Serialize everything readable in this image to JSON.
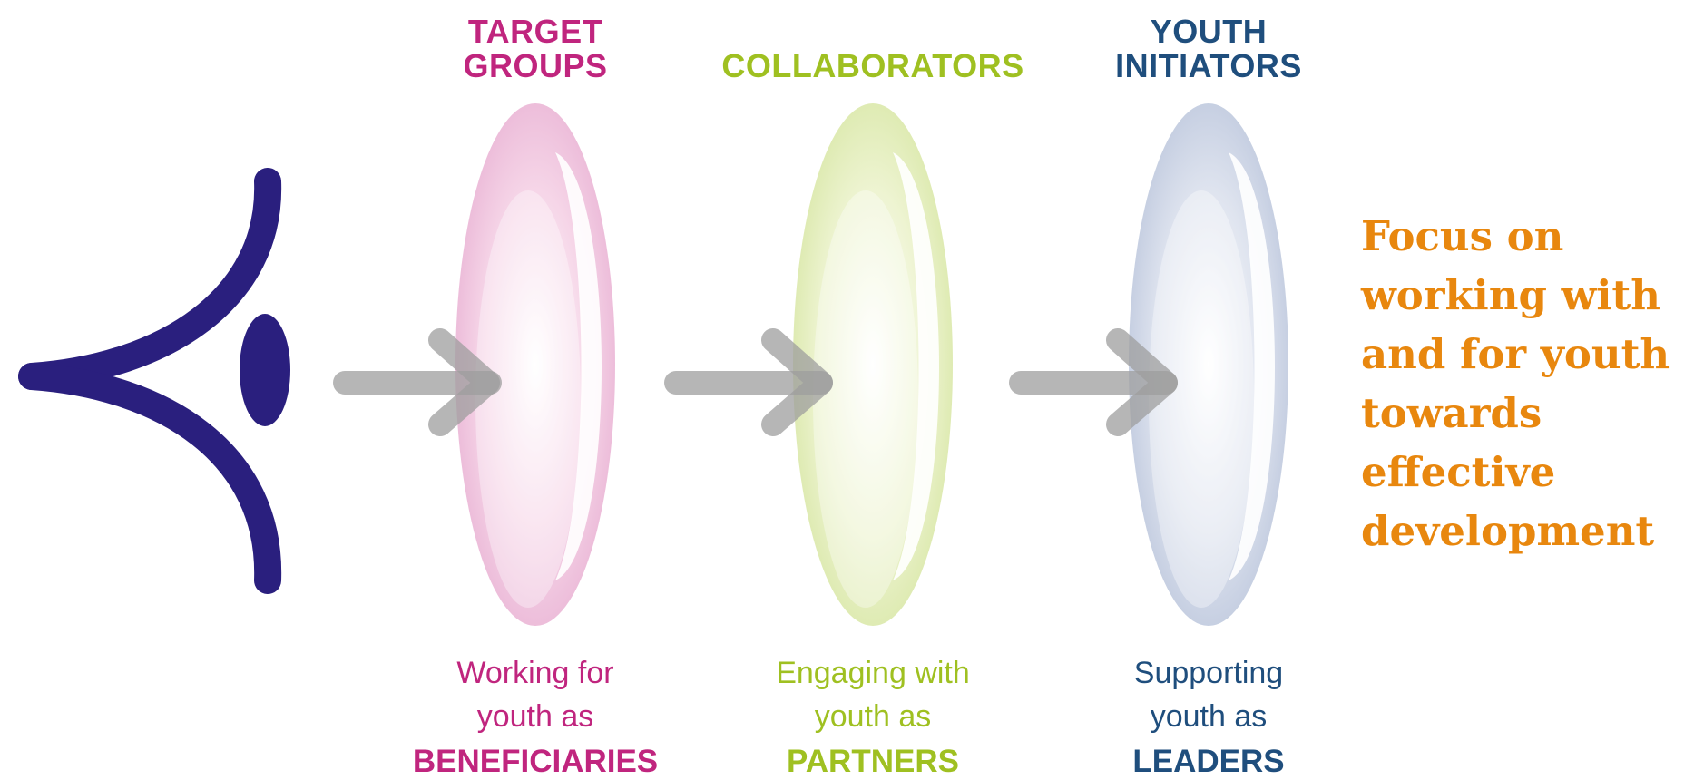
{
  "columns": [
    {
      "title_lines": [
        "TARGET",
        "GROUPS"
      ],
      "desc_lines": [
        "Working for",
        "youth as"
      ],
      "role": "BENEFICIARIES",
      "color": "#c0257e",
      "lens_color": "#e9a9cf"
    },
    {
      "title_lines": [
        "",
        "COLLABORATORS"
      ],
      "desc_lines": [
        "Engaging with",
        "youth as"
      ],
      "role": "PARTNERS",
      "color": "#9fc021",
      "lens_color": "#d4e39a"
    },
    {
      "title_lines": [
        "YOUTH",
        "INITIATORS"
      ],
      "desc_lines": [
        "Supporting",
        "youth as"
      ],
      "role": "LEADERS",
      "color": "#1f4e7d",
      "lens_color": "#aebbd6"
    }
  ],
  "focus_lines": [
    "Focus on",
    "working with",
    "and for youth",
    "towards",
    "effective",
    "development"
  ],
  "colors": {
    "eye": "#2a1f7e",
    "arrow": "#a9a9a9",
    "focus": "#e8870e"
  },
  "icons": [
    "eye-icon",
    "arrow-right-icon"
  ]
}
